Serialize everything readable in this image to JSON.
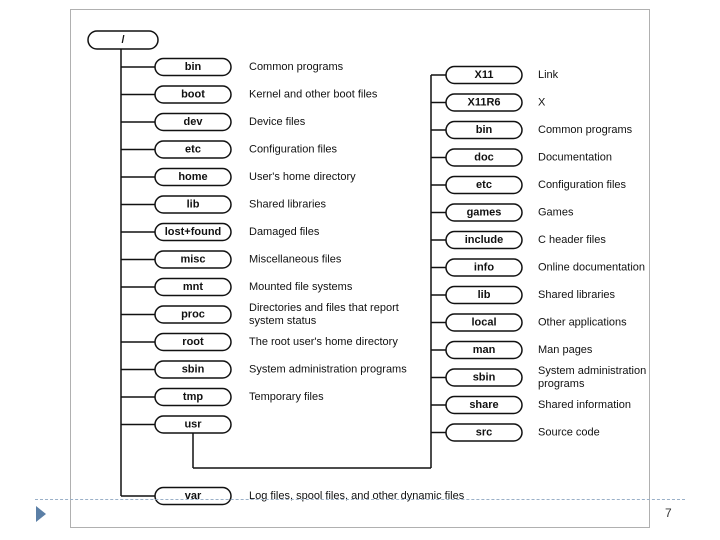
{
  "root": {
    "label": "/"
  },
  "left_nodes": [
    {
      "label": "bin",
      "desc": [
        "Common programs"
      ]
    },
    {
      "label": "boot",
      "desc": [
        "Kernel and other boot files"
      ]
    },
    {
      "label": "dev",
      "desc": [
        "Device files"
      ]
    },
    {
      "label": "etc",
      "desc": [
        "Configuration files"
      ]
    },
    {
      "label": "home",
      "desc": [
        "User's home directory"
      ]
    },
    {
      "label": "lib",
      "desc": [
        "Shared libraries"
      ]
    },
    {
      "label": "lost+found",
      "desc": [
        "Damaged files"
      ]
    },
    {
      "label": "misc",
      "desc": [
        "Miscellaneous files"
      ]
    },
    {
      "label": "mnt",
      "desc": [
        "Mounted file systems"
      ]
    },
    {
      "label": "proc",
      "desc": [
        "Directories and files that report",
        "system status"
      ]
    },
    {
      "label": "root",
      "desc": [
        "The root user's home directory"
      ]
    },
    {
      "label": "sbin",
      "desc": [
        "System administration programs"
      ]
    },
    {
      "label": "tmp",
      "desc": [
        "Temporary files"
      ]
    },
    {
      "label": "usr",
      "desc": []
    },
    {
      "label": "var",
      "desc": [
        "Log files, spool files, and other dynamic files"
      ]
    }
  ],
  "usr_children": [
    {
      "label": "X11",
      "desc": [
        "Link"
      ]
    },
    {
      "label": "X11R6",
      "desc": [
        "X"
      ]
    },
    {
      "label": "bin",
      "desc": [
        "Common programs"
      ]
    },
    {
      "label": "doc",
      "desc": [
        "Documentation"
      ]
    },
    {
      "label": "etc",
      "desc": [
        "Configuration files"
      ]
    },
    {
      "label": "games",
      "desc": [
        "Games"
      ]
    },
    {
      "label": "include",
      "desc": [
        "C header files"
      ]
    },
    {
      "label": "info",
      "desc": [
        "Online documentation"
      ]
    },
    {
      "label": "lib",
      "desc": [
        "Shared libraries"
      ]
    },
    {
      "label": "local",
      "desc": [
        "Other applications"
      ]
    },
    {
      "label": "man",
      "desc": [
        "Man pages"
      ]
    },
    {
      "label": "sbin",
      "desc": [
        "System administration",
        "programs"
      ]
    },
    {
      "label": "share",
      "desc": [
        "Shared information"
      ]
    },
    {
      "label": "src",
      "desc": [
        "Source code"
      ]
    }
  ],
  "page_number": "7",
  "colors": {
    "line": "#111111",
    "bullet": "#5b7fa6",
    "rule": "#9ab0c8"
  }
}
